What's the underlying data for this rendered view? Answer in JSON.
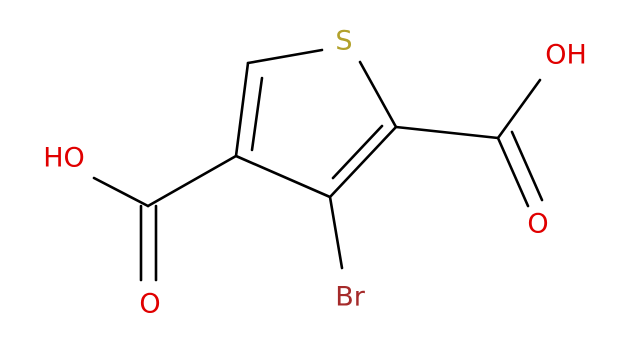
{
  "molecule": {
    "atoms": {
      "sulfur": "S",
      "hydroxyl_top_right": "OH",
      "carbonyl_oxygen_right": "O",
      "hydroxyl_left": "HO",
      "carbonyl_oxygen_bottom": "O",
      "bromine": "Br"
    },
    "colors": {
      "bond": "#000000",
      "sulfur": "#b2a12b",
      "oxygen": "#e00000",
      "bromine": "#a52a2a"
    }
  }
}
